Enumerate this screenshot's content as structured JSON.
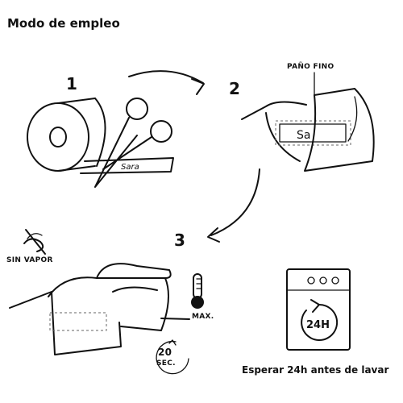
{
  "title": "Modo de empleo",
  "steps": [
    {
      "number": "1"
    },
    {
      "number": "2",
      "note": "PAÑO FINO",
      "label_text": "Sa"
    },
    {
      "number": "3",
      "left_note": "SIN VAPOR",
      "temp_note": "MAX.",
      "time_value": "20",
      "time_unit": "SEC."
    }
  ],
  "tape_text": "Sara",
  "washer": {
    "badge": "24H",
    "caption": "Esperar 24h antes de lavar"
  }
}
